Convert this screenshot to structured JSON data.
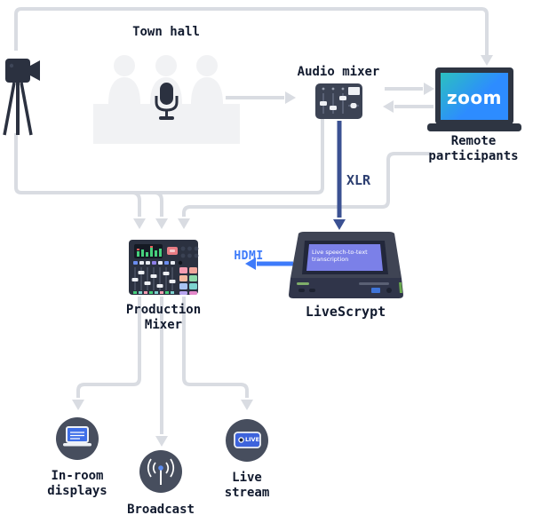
{
  "diagram": {
    "town_hall": "Town hall",
    "audio_mixer": "Audio mixer",
    "remote_participants_line1": "Remote",
    "remote_participants_line2": "participants",
    "xlr": "XLR",
    "hdmi": "HDMI",
    "production_mixer_line1": "Production",
    "production_mixer_line2": "Mixer",
    "livescrypt": "LiveScrypt",
    "livescrypt_screen_text": "Live speech-to-text transcription",
    "zoom_logo": "zoom",
    "live_badge": "LIVE",
    "in_room_displays_line1": "In-room",
    "in_room_displays_line2": "displays",
    "broadcast": "Broadcast",
    "live_stream_line1": "Live",
    "live_stream_line2": "stream"
  },
  "colors": {
    "connector": "#d9dce2",
    "label_text": "#111a2e",
    "xlr_blue": "#3b5192",
    "xlr_text": "#2c3e70",
    "hdmi_blue": "#3e7bfa",
    "zoom_screen_start": "#2bc0c0",
    "zoom_screen_end": "#2d8cff",
    "device_dark": "#2b3140",
    "circle_bg": "#474e5e",
    "livescrypt_screen": "#7b80e8"
  }
}
